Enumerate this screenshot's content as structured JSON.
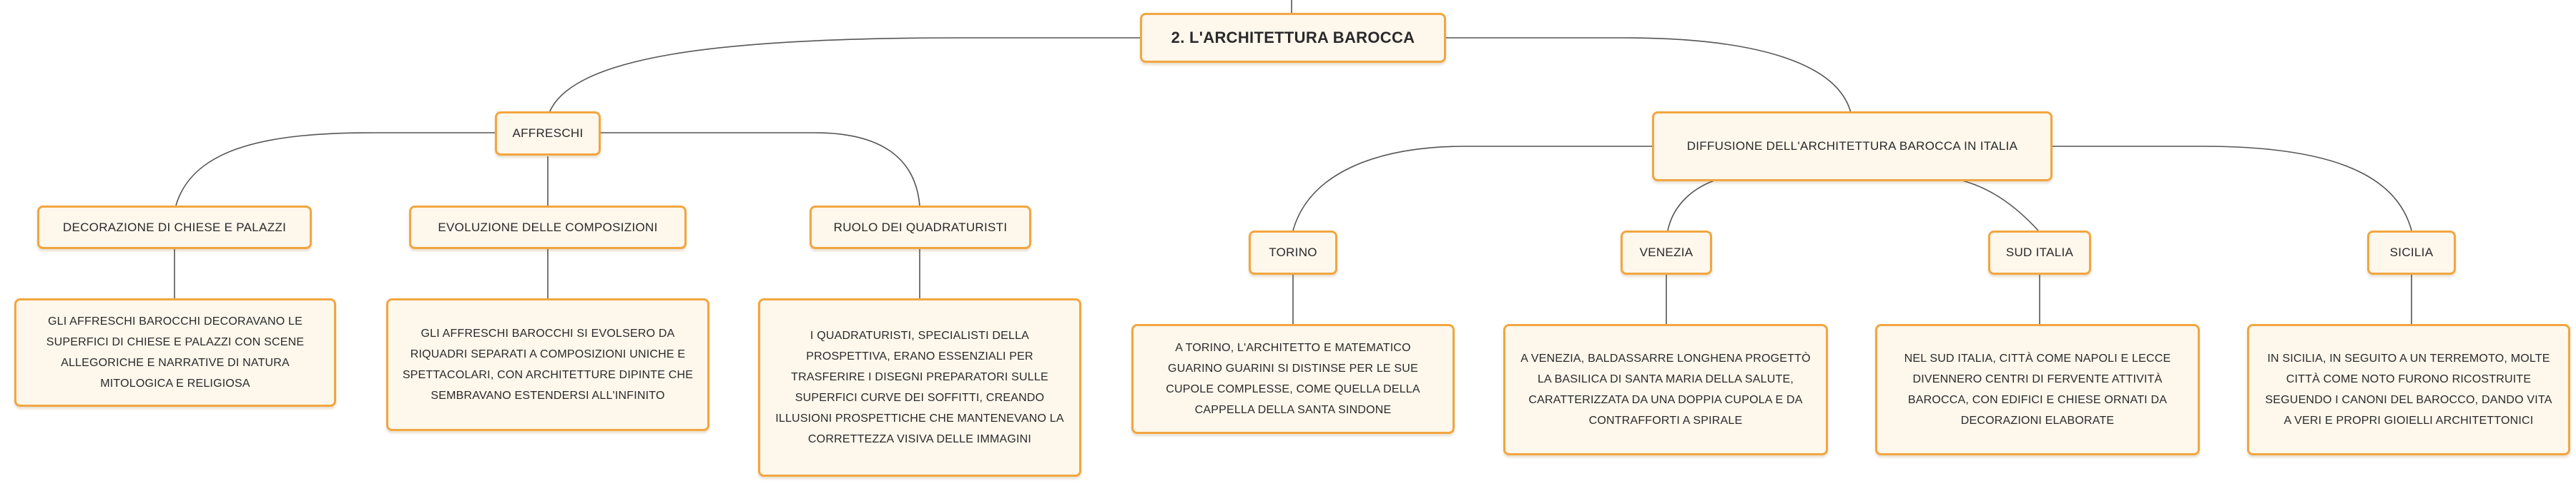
{
  "root": {
    "title": "2. L'ARCHITETTURA BAROCCA"
  },
  "affreschi": {
    "title": "AFFRESCHI",
    "children": [
      {
        "title": "DECORAZIONE DI CHIESE E PALAZZI",
        "text": "GLI AFFRESCHI BAROCCHI DECORAVANO LE SUPERFICI DI CHIESE E PALAZZI CON SCENE ALLEGORICHE E NARRATIVE DI NATURA MITOLOGICA E RELIGIOSA"
      },
      {
        "title": "EVOLUZIONE DELLE COMPOSIZIONI",
        "text": "GLI AFFRESCHI BAROCCHI SI EVOLSERO DA RIQUADRI SEPARATI A COMPOSIZIONI UNICHE E SPETTACOLARI, CON ARCHITETTURE DIPINTE CHE SEMBRAVANO ESTENDERSI ALL'INFINITO"
      },
      {
        "title": "RUOLO DEI QUADRATURISTI",
        "text": "I QUADRATURISTI, SPECIALISTI DELLA PROSPETTIVA, ERANO ESSENZIALI PER TRASFERIRE I DISEGNI PREPARATORI SULLE SUPERFICI CURVE DEI SOFFITTI, CREANDO ILLUSIONI PROSPETTICHE CHE MANTENEVANO LA CORRETTEZZA VISIVA DELLE IMMAGINI"
      }
    ]
  },
  "diffusione": {
    "title": "DIFFUSIONE DELL'ARCHITETTURA BAROCCA IN ITALIA",
    "children": [
      {
        "title": "TORINO",
        "text": "A TORINO, L'ARCHITETTO E MATEMATICO GUARINO GUARINI SI DISTINSE PER LE SUE CUPOLE COMPLESSE, COME QUELLA DELLA CAPPELLA DELLA SANTA SINDONE"
      },
      {
        "title": "VENEZIA",
        "text": "A VENEZIA, BALDASSARRE LONGHENA PROGETTÒ LA BASILICA DI SANTA MARIA DELLA SALUTE, CARATTERIZZATA DA UNA DOPPIA CUPOLA E DA CONTRAFFORTI A SPIRALE"
      },
      {
        "title": "SUD ITALIA",
        "text": "NEL SUD ITALIA, CITTÀ COME NAPOLI E LECCE DIVENNERO CENTRI DI FERVENTE ATTIVITÀ BAROCCA, CON EDIFICI E CHIESE ORNATI DA DECORAZIONI ELABORATE"
      },
      {
        "title": "SICILIA",
        "text": "IN SICILIA, IN SEGUITO A UN TERREMOTO, MOLTE CITTÀ COME NOTO FURONO RICOSTRUITE SEGUENDO I CANONI DEL BAROCCO, DANDO VITA A VERI E PROPRI GIOIELLI ARCHITETTONICI"
      }
    ]
  }
}
